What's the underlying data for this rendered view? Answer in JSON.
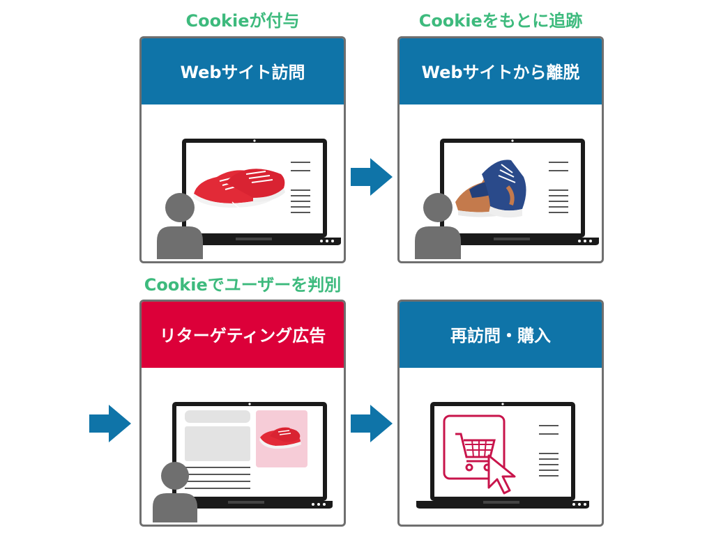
{
  "colors": {
    "blue": "#0f74a8",
    "red": "#dc0039",
    "green": "#3dba7d",
    "gray": "#6f6f6f",
    "pink": "#f6ccd7",
    "cart": "#c8144b"
  },
  "captions": {
    "step1": "Cookieが付与",
    "step2": "Cookieをもとに追跡",
    "step3": "Cookieでユーザーを判別"
  },
  "panels": [
    {
      "title": "Webサイト訪問",
      "color": "blue",
      "illustration": "laptop-red-sneakers-user"
    },
    {
      "title": "Webサイトから離脱",
      "color": "blue",
      "illustration": "laptop-blue-sneakers-user"
    },
    {
      "title": "リターゲティング広告",
      "color": "red",
      "illustration": "laptop-ad-banner-user"
    },
    {
      "title": "再訪問・購入",
      "color": "blue",
      "illustration": "laptop-shopping-cart-cursor"
    }
  ],
  "icons": [
    "arrow-right-icon",
    "user-icon",
    "shopping-cart-icon",
    "cursor-icon",
    "sneaker-icon"
  ]
}
